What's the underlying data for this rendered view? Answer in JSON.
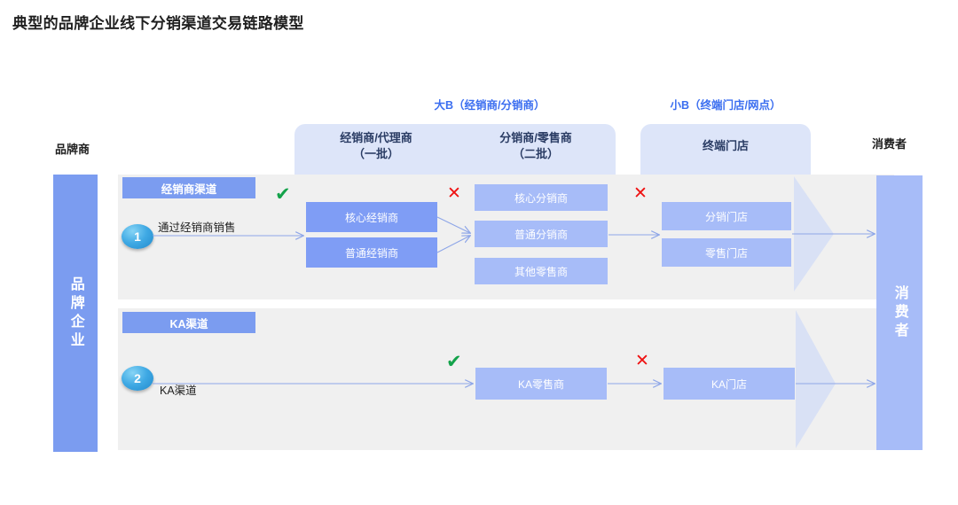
{
  "title": "典型的品牌企业线下分销渠道交易链路模型",
  "group_labels": {
    "big_b": "大B（经销商/分销商）",
    "small_b": "小B（终端门店/网点）"
  },
  "column_titles": {
    "brand": "品牌商",
    "consumer": "消费者"
  },
  "column_heads": {
    "dealer": "经销商/代理商\n（一批）",
    "distributor": "分销商/零售商\n（二批）",
    "terminal": "终端门店"
  },
  "side_bars": {
    "left": "品牌企业",
    "right": "消费者"
  },
  "rows": [
    {
      "badge": "经销商渠道",
      "number": "1",
      "caption": "通过经销商销售",
      "marks": [
        {
          "name": "check-dealer",
          "glyph": "✔",
          "kind": "ok"
        },
        {
          "name": "cross-distributor",
          "glyph": "✕",
          "kind": "no"
        },
        {
          "name": "cross-terminal",
          "glyph": "✕",
          "kind": "no"
        }
      ],
      "entities": {
        "dealer": [
          "核心经销商",
          "普通经销商"
        ],
        "distributor": [
          "核心分销商",
          "普通分销商",
          "其他零售商"
        ],
        "terminal": [
          "分销门店",
          "零售门店"
        ]
      }
    },
    {
      "badge": "KA渠道",
      "number": "2",
      "caption": "KA渠道",
      "marks": [
        {
          "name": "check-ka-retailer",
          "glyph": "✔",
          "kind": "ok"
        },
        {
          "name": "cross-ka-store",
          "glyph": "✕",
          "kind": "no"
        }
      ],
      "entities": {
        "retailer": [
          "KA零售商"
        ],
        "store": [
          "KA门店"
        ]
      }
    }
  ],
  "colors": {
    "accent_blue": "#3b6ef0",
    "panel_blue": "#dde5f9",
    "box_dark": "#7f9df5",
    "box_light": "#a7bcf8",
    "row_gray": "#f0f0f0",
    "check_green": "#13a24a",
    "cross_red": "#ef1111",
    "left_bar": "#7b9cf0",
    "right_bar": "#a7bcf8"
  }
}
